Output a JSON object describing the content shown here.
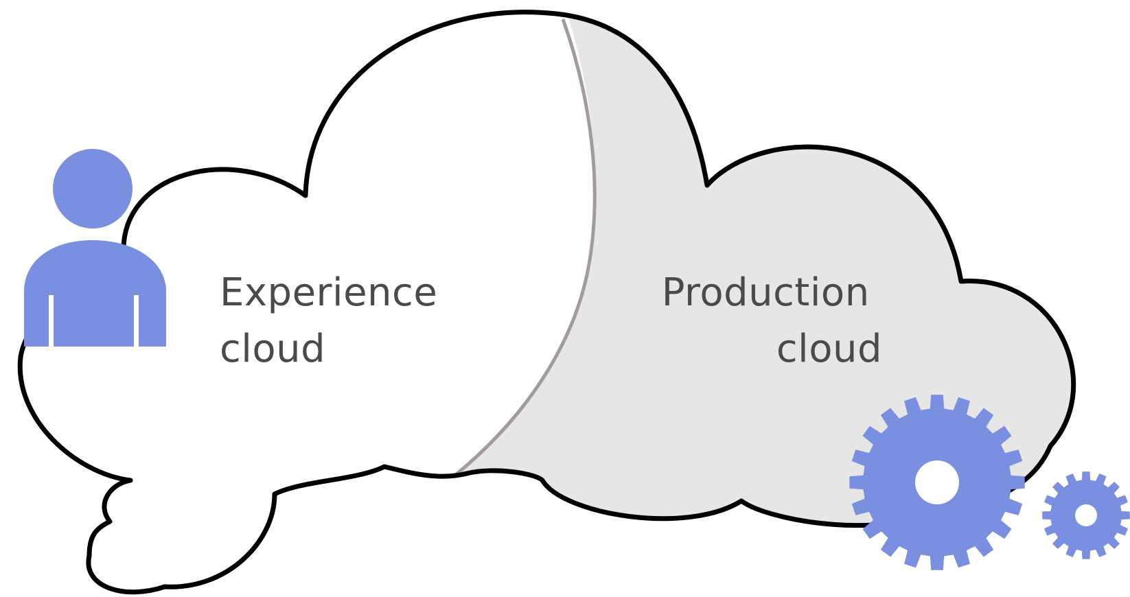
{
  "experience_cloud": {
    "label_line1": "Experience",
    "label_line2": "cloud",
    "fill": "#ffffff"
  },
  "production_cloud": {
    "label_line1": "Production",
    "label_line2": "cloud",
    "fill": "#e6e6e6"
  },
  "icons": {
    "person": "person-icon",
    "gear_large": "gear-icon",
    "gear_small": "gear-icon"
  },
  "colors": {
    "accent": "#7b8fe0",
    "outline": "#000000",
    "divider": "#a39a9e",
    "text": "#4a4a4a"
  }
}
